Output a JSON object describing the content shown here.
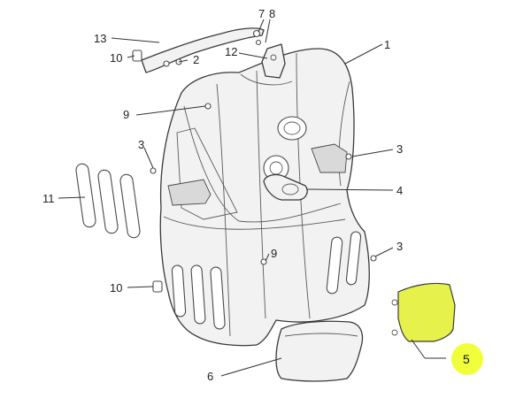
{
  "callouts": [
    "1",
    "2",
    "3",
    "3",
    "3",
    "4",
    "5",
    "6",
    "7",
    "8",
    "9",
    "9",
    "10",
    "10",
    "11",
    "12",
    "13"
  ],
  "highlight": {
    "part": "5",
    "color": "#e6f24b",
    "badge_color": "#f0ff3a"
  }
}
